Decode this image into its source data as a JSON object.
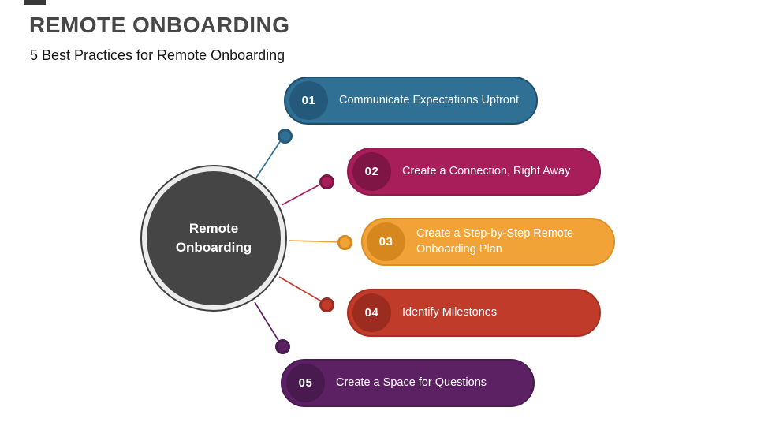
{
  "slide": {
    "title": "REMOTE ONBOARDING",
    "subtitle": "5 Best Practices for Remote Onboarding",
    "center": {
      "label": "Remote Onboarding",
      "fill": "#454545"
    },
    "items": [
      {
        "number": "01",
        "label": "Communicate Expectations Upfront",
        "fill": "#2F7094",
        "circle": "#24597B",
        "border": "#1E4E6B"
      },
      {
        "number": "02",
        "label": "Create a Connection, Right Away",
        "fill": "#A71E5B",
        "circle": "#7E1544",
        "border": "#8E1A4E"
      },
      {
        "number": "03",
        "label": "Create a Step-by-Step Remote Onboarding Plan",
        "fill": "#F2A338",
        "circle": "#D6871E",
        "border": "#DB8F25"
      },
      {
        "number": "04",
        "label": "Identify Milestones",
        "fill": "#C13B2A",
        "circle": "#9C2C1F",
        "border": "#A53022"
      },
      {
        "number": "05",
        "label": "Create a Space for Questions",
        "fill": "#5B2162",
        "circle": "#481A4F",
        "border": "#4C1B53"
      }
    ]
  }
}
